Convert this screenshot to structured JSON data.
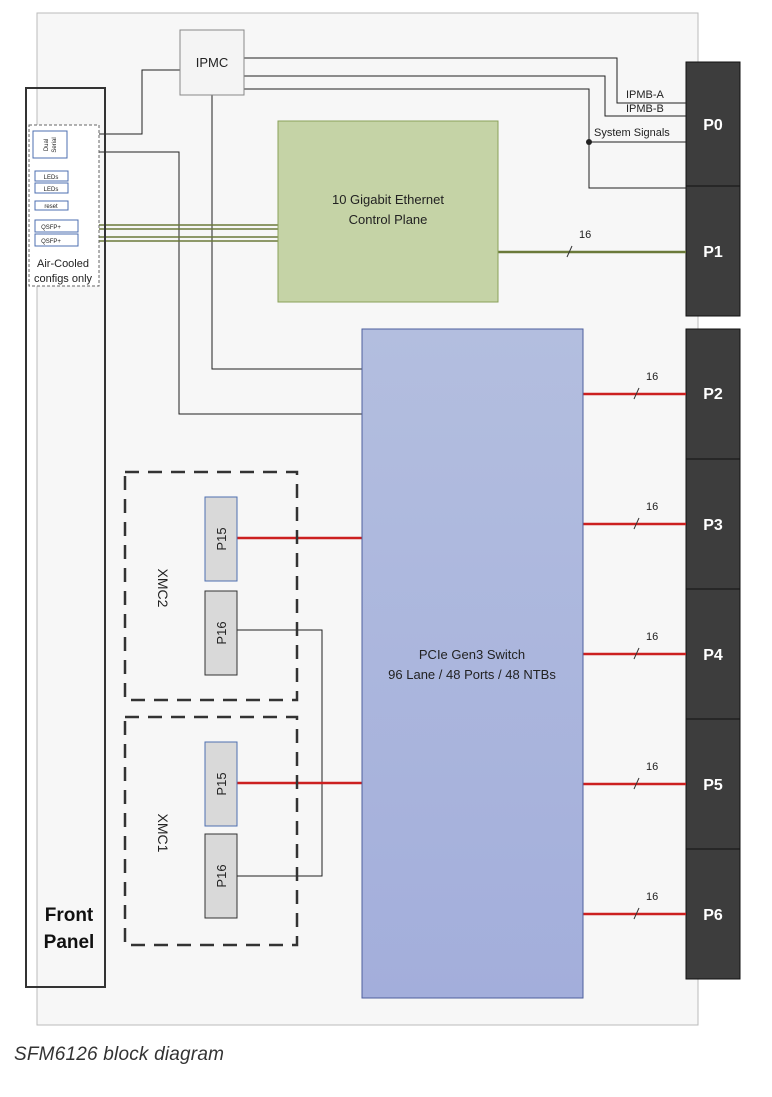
{
  "colors": {
    "board_fill": "#f7f7f7",
    "board_stroke": "#bbbbbb",
    "connector_fill": "#3d3d3d",
    "ethernet_fill": "#c5d3a6",
    "ethernet_stroke": "#8aa05a",
    "ethernet_line": "#6b7a3a",
    "switch_fill": "#aab5db",
    "switch_stroke": "#4e5f9e",
    "pcie_line": "#cc2020",
    "xmc_fill": "#d9d9d9",
    "signal_line": "#222222"
  },
  "ipmc": {
    "label": "IPMC"
  },
  "ethernet": {
    "line1": "10 Gigabit Ethernet",
    "line2": "Control Plane"
  },
  "pcie_switch": {
    "line1": "PCIe Gen3 Switch",
    "line2": "96 Lane / 48 Ports / 48 NTBs"
  },
  "signals": {
    "ipmb_a": "IPMB-A",
    "ipmb_b": "IPMB-B",
    "system": "System Signals"
  },
  "front_panel": {
    "line1": "Front",
    "line2": "Panel",
    "dual_serial_line1": "Dual",
    "dual_serial_line2": "Serial",
    "leds1": "LEDs",
    "leds2": "LEDs",
    "reset": "reset",
    "qsfp1": "QSFP+",
    "qsfp2": "QSFP+",
    "note_line1": "Air-Cooled",
    "note_line2": "configs only"
  },
  "connectors": [
    "P0",
    "P1",
    "P2",
    "P3",
    "P4",
    "P5",
    "P6"
  ],
  "lane_counts": {
    "p1": "16",
    "p2": "16",
    "p3": "16",
    "p4": "16",
    "p5": "16",
    "p6": "16"
  },
  "xmc": [
    {
      "label": "XMC2",
      "p15": "P15",
      "p16": "P16"
    },
    {
      "label": "XMC1",
      "p15": "P15",
      "p16": "P16"
    }
  ],
  "caption": "SFM6126 block diagram"
}
